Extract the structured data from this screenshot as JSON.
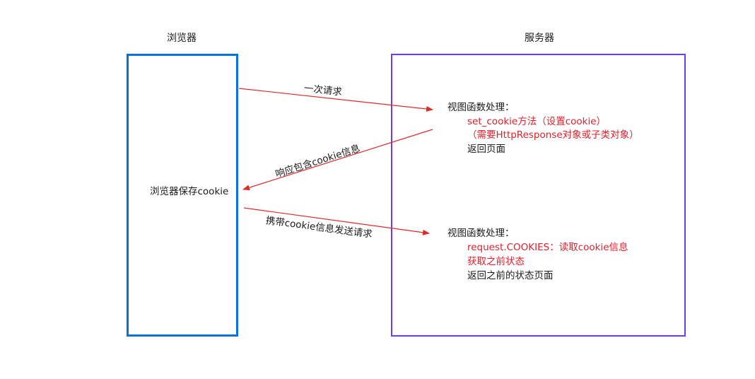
{
  "browser": {
    "title": "浏览器",
    "save_text": "浏览器保存cookie",
    "border_color": "#0a72d6"
  },
  "server": {
    "title": "服务器",
    "border_color": "#6c3cf0",
    "block1": {
      "heading": "视图函数处理：",
      "line1": "set_cookie方法（设置cookie）",
      "line2": "（需要HttpResponse对象或子类对象）",
      "line3": "返回页面"
    },
    "block2": {
      "heading": "视图函数处理：",
      "line1": "request.COOKIES：读取cookie信息",
      "line2": "获取之前状态",
      "line3": "返回之前的状态页面"
    }
  },
  "arrows": {
    "color": "#dd2a2a",
    "request_label": "一次请求",
    "response_label": "响应包含cookie信息",
    "carry_label": "携带cookie信息发送请求"
  }
}
